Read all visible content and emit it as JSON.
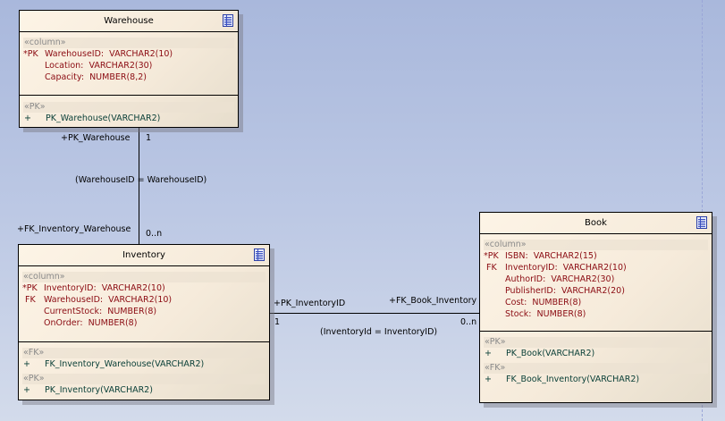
{
  "tables": {
    "warehouse": {
      "name": "Warehouse",
      "icon": "table-icon",
      "columns_stereotype": "«column»",
      "columns": [
        {
          "key": "*PK",
          "name": "WarehouseID:",
          "type": "VARCHAR2(10)"
        },
        {
          "key": "",
          "name": "Location:",
          "type": "VARCHAR2(30)"
        },
        {
          "key": "",
          "name": "Capacity:",
          "type": "NUMBER(8,2)"
        }
      ],
      "operation_groups": [
        {
          "stereotype": "«PK»",
          "ops": [
            {
              "visibility": "+",
              "signature": "PK_Warehouse(VARCHAR2)"
            }
          ]
        }
      ]
    },
    "inventory": {
      "name": "Inventory",
      "icon": "table-icon",
      "columns_stereotype": "«column»",
      "columns": [
        {
          "key": "*PK",
          "name": "InventoryID:",
          "type": "VARCHAR2(10)"
        },
        {
          "key": " FK",
          "name": "WarehouseID:",
          "type": "VARCHAR2(10)"
        },
        {
          "key": "",
          "name": "CurrentStock:",
          "type": "NUMBER(8)"
        },
        {
          "key": "",
          "name": "OnOrder:",
          "type": "NUMBER(8)"
        }
      ],
      "operation_groups": [
        {
          "stereotype": "«FK»",
          "ops": [
            {
              "visibility": "+",
              "signature": "FK_Inventory_Warehouse(VARCHAR2)"
            }
          ]
        },
        {
          "stereotype": "«PK»",
          "ops": [
            {
              "visibility": "+",
              "signature": "PK_Inventory(VARCHAR2)"
            }
          ]
        }
      ]
    },
    "book": {
      "name": "Book",
      "icon": "table-icon",
      "columns_stereotype": "«column»",
      "columns": [
        {
          "key": "*PK",
          "name": "ISBN:",
          "type": "VARCHAR2(15)"
        },
        {
          "key": " FK",
          "name": "InventoryID:",
          "type": "VARCHAR2(10)"
        },
        {
          "key": "",
          "name": "AuthorID:",
          "type": "VARCHAR2(30)"
        },
        {
          "key": "",
          "name": "PublisherID:",
          "type": "VARCHAR2(20)"
        },
        {
          "key": "",
          "name": "Cost:",
          "type": "NUMBER(8)"
        },
        {
          "key": "",
          "name": "Stock:",
          "type": "NUMBER(8)"
        }
      ],
      "operation_groups": [
        {
          "stereotype": "«PK»",
          "ops": [
            {
              "visibility": "+",
              "signature": "PK_Book(VARCHAR2)"
            }
          ]
        },
        {
          "stereotype": "«FK»",
          "ops": [
            {
              "visibility": "+",
              "signature": "FK_Book_Inventory(VARCHAR2)"
            }
          ]
        }
      ]
    }
  },
  "relationships": {
    "warehouse_inventory": {
      "source_role": "+PK_Warehouse",
      "source_multiplicity": "1",
      "condition": "(WarehouseID = WarehouseID)",
      "target_role": "+FK_Inventory_Warehouse",
      "target_multiplicity": "0..n"
    },
    "inventory_book": {
      "source_role": "+PK_InventoryID",
      "source_multiplicity": "1",
      "condition": "(InventoryId = InventoryID)",
      "target_role": "+FK_Book_Inventory",
      "target_multiplicity": "0..n"
    }
  }
}
